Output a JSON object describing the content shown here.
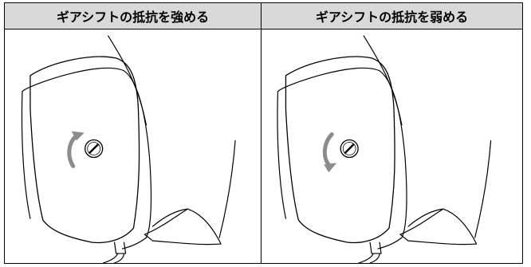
{
  "table": {
    "headers": [
      "ギアシフトの抵抗を強める",
      "ギアシフトの抵抗を弱める"
    ]
  },
  "illustrations": [
    {
      "arrow_direction": "clockwise",
      "arrow_color": "#8c8c8c"
    },
    {
      "arrow_direction": "counterclockwise",
      "arrow_color": "#8c8c8c"
    }
  ]
}
